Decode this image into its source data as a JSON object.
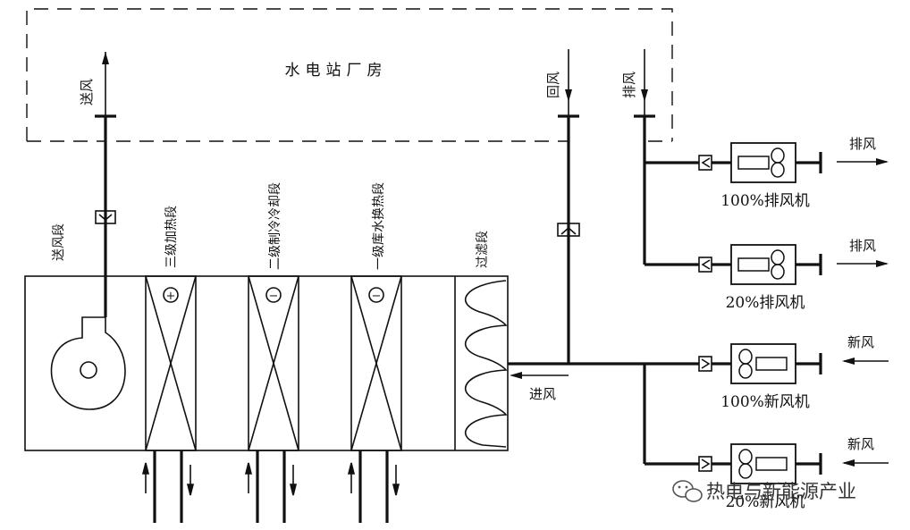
{
  "building_label": "水电站厂房",
  "ahu_sections": {
    "supply_fan": "送风段",
    "stage3_heating": "三级加热段",
    "stage2_cooling": "二级制冷冷却段",
    "stage1_heat_exchange": "一级库水换热段",
    "filter": "过滤段"
  },
  "flow_labels": {
    "supply_air": "送风",
    "return_air": "回风",
    "exhaust_air_top": "排风",
    "intake_air": "进风",
    "exhaust_right_1": "排风",
    "exhaust_right_2": "排风",
    "fresh_right_1": "新风",
    "fresh_right_2": "新风"
  },
  "fans": [
    {
      "label": "100%排风机",
      "type": "exhaust"
    },
    {
      "label": "20%排风机",
      "type": "exhaust"
    },
    {
      "label": "100%新风机",
      "type": "fresh"
    },
    {
      "label": "20%新风机",
      "type": "fresh"
    }
  ],
  "coil_symbols": {
    "stage3": "+",
    "stage2": "−",
    "stage1": "−"
  },
  "watermark": "热电与新能源产业"
}
